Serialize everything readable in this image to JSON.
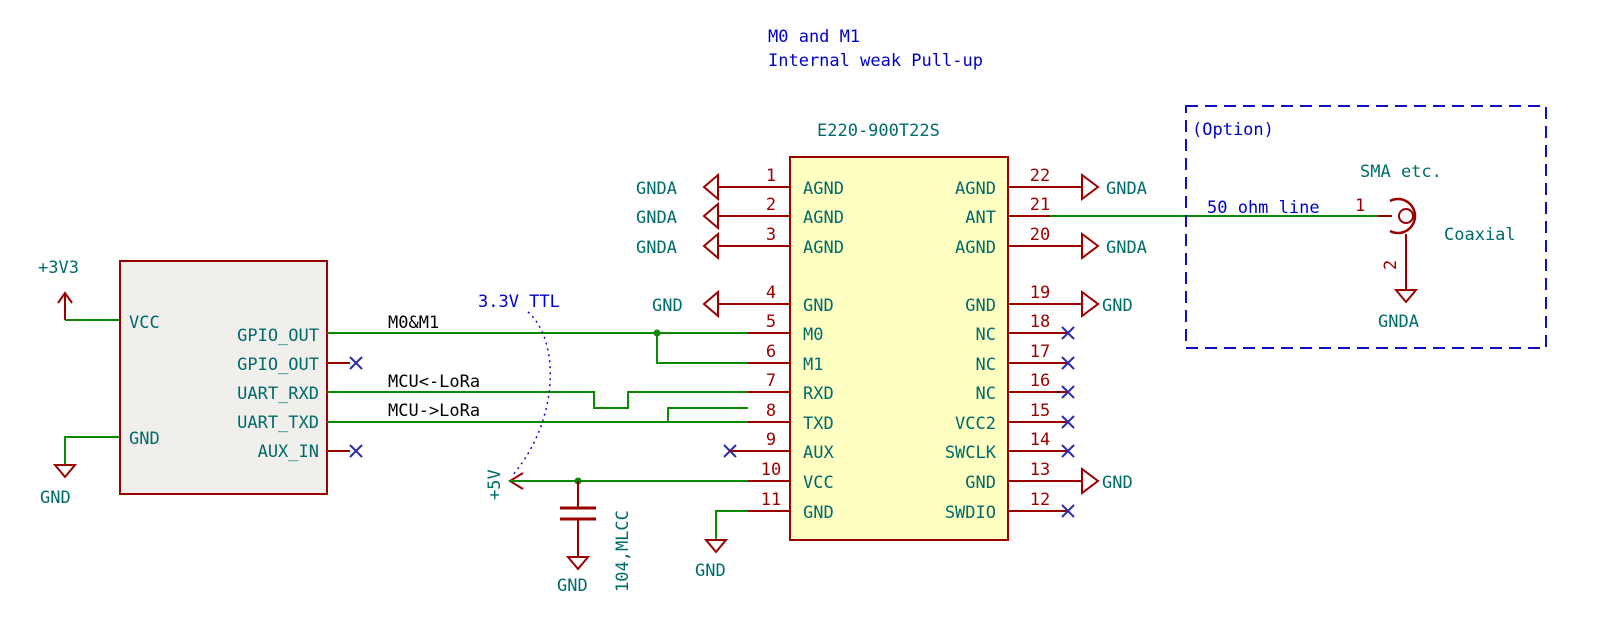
{
  "note": {
    "line1": "M0 and M1",
    "line2": "Internal weak Pull-up",
    "ttl_label": "3.3V TTL"
  },
  "module": {
    "ref": "E220-900T22S",
    "left_pins": [
      {
        "num": "1",
        "name": "AGND"
      },
      {
        "num": "2",
        "name": "AGND"
      },
      {
        "num": "3",
        "name": "AGND"
      },
      {
        "num": "4",
        "name": "GND"
      },
      {
        "num": "5",
        "name": "M0"
      },
      {
        "num": "6",
        "name": "M1"
      },
      {
        "num": "7",
        "name": "RXD"
      },
      {
        "num": "8",
        "name": "TXD"
      },
      {
        "num": "9",
        "name": "AUX"
      },
      {
        "num": "10",
        "name": "VCC"
      },
      {
        "num": "11",
        "name": "GND"
      }
    ],
    "right_pins": [
      {
        "num": "22",
        "name": "AGND"
      },
      {
        "num": "21",
        "name": "ANT"
      },
      {
        "num": "20",
        "name": "AGND"
      },
      {
        "num": "19",
        "name": "GND"
      },
      {
        "num": "18",
        "name": "NC"
      },
      {
        "num": "17",
        "name": "NC"
      },
      {
        "num": "16",
        "name": "NC"
      },
      {
        "num": "15",
        "name": "VCC2"
      },
      {
        "num": "14",
        "name": "SWCLK"
      },
      {
        "num": "13",
        "name": "GND"
      },
      {
        "num": "12",
        "name": "SWDIO"
      }
    ]
  },
  "mcu": {
    "pins": [
      "VCC",
      "GND",
      "GPIO_OUT",
      "GPIO_OUT",
      "UART_RXD",
      "UART_TXD",
      "AUX_IN"
    ]
  },
  "power": {
    "v33": "+3V3",
    "v5": "+5V",
    "gnd": "GND",
    "gnda": "GNDA"
  },
  "nets": {
    "m0m1": "M0&M1",
    "rx": "MCU<-LoRa",
    "tx": "MCU->LoRa",
    "antenna_line": "50 ohm line"
  },
  "capacitor": {
    "value": "104,MLCC"
  },
  "option_box": {
    "title": "(Option)",
    "sma_label": "SMA etc.",
    "coax_label": "Coaxial",
    "pin1": "1",
    "pin2": "2"
  },
  "colors": {
    "wire": "#0a8a00",
    "symbol": "#9b0000",
    "label": "#006b6b",
    "note": "#0000c8",
    "fill": "#ffffc2"
  }
}
